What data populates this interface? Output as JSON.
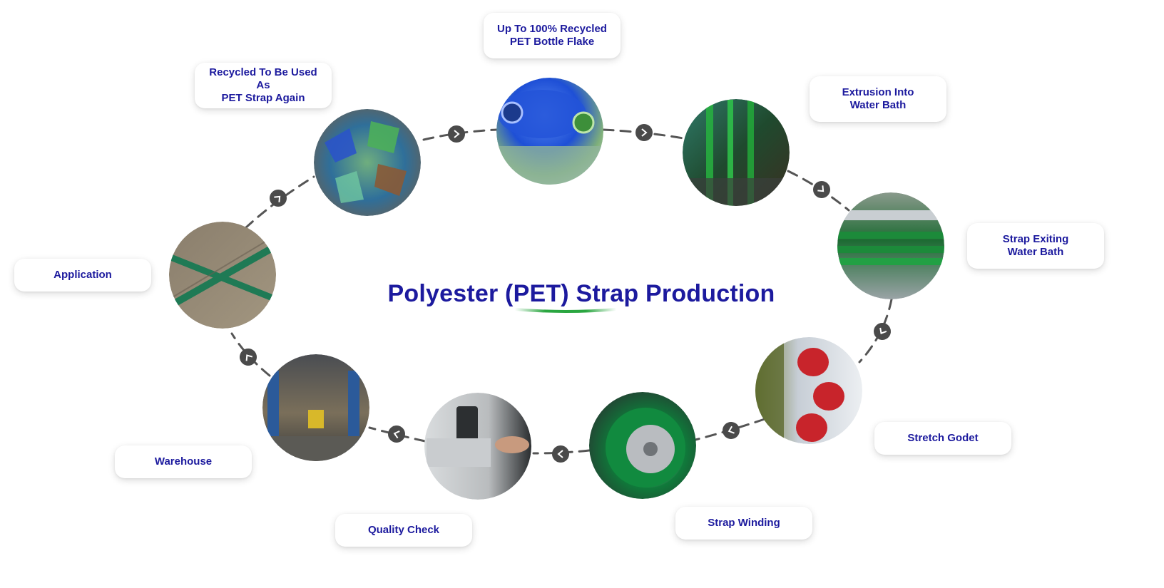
{
  "title": "Polyester (PET) Strap Production",
  "colors": {
    "title_text": "#1c1a9e",
    "label_text": "#1c1a9e",
    "accent_underline": "#2aa640",
    "dash_line": "#555555",
    "arrow_badge": "#4a4a4a"
  },
  "steps": [
    {
      "label": "Up To 100% Recycled\nPET Bottle Flake",
      "photo": "pet-bottle-flake-photo"
    },
    {
      "label": "Extrusion Into\nWater Bath",
      "photo": "extrusion-water-bath-photo"
    },
    {
      "label": "Strap Exiting\nWater Bath",
      "photo": "strap-exiting-water-bath-photo"
    },
    {
      "label": "Stretch Godet",
      "photo": "stretch-godet-photo"
    },
    {
      "label": "Strap Winding",
      "photo": "strap-winding-photo"
    },
    {
      "label": "Quality Check",
      "photo": "quality-check-photo"
    },
    {
      "label": "Warehouse",
      "photo": "warehouse-photo"
    },
    {
      "label": "Application",
      "photo": "application-photo"
    },
    {
      "label": "Recycled To Be Used As\nPET Strap Again",
      "photo": "recycled-flake-photo"
    }
  ],
  "arrow_icon": "chevron-arrow-icon"
}
